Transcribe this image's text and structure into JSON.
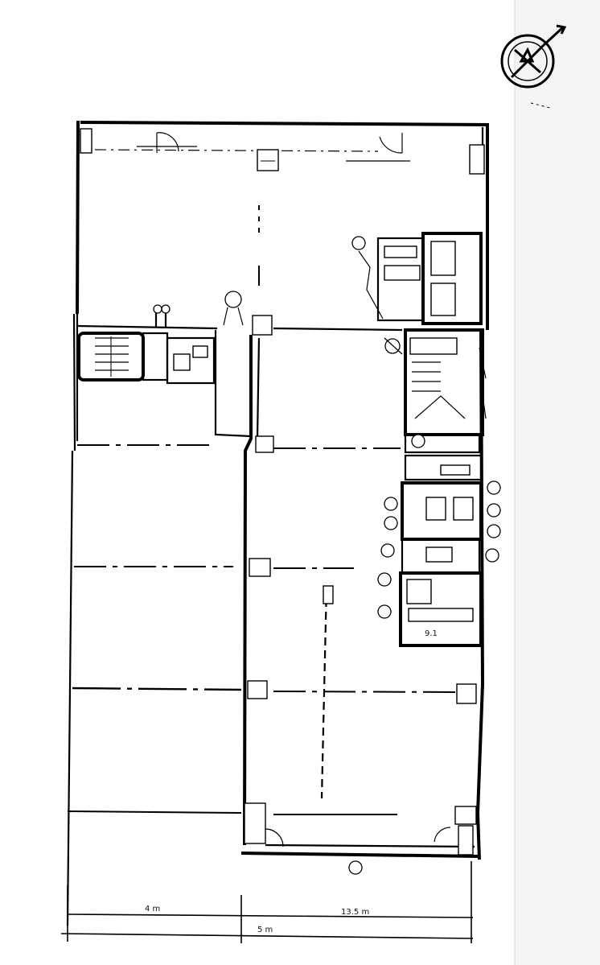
{
  "drawing": {
    "sheet_note": "",
    "right_margin_shade": "#f2f2f2",
    "ink_color": "#000000"
  },
  "dimensions": {
    "top_left": "4 m",
    "top_right": "13.5 m",
    "bottom_center": "5 m"
  },
  "room_labels": {
    "lower_core_room": "9.1"
  },
  "compass": {
    "icon": "north-arrow-icon"
  }
}
